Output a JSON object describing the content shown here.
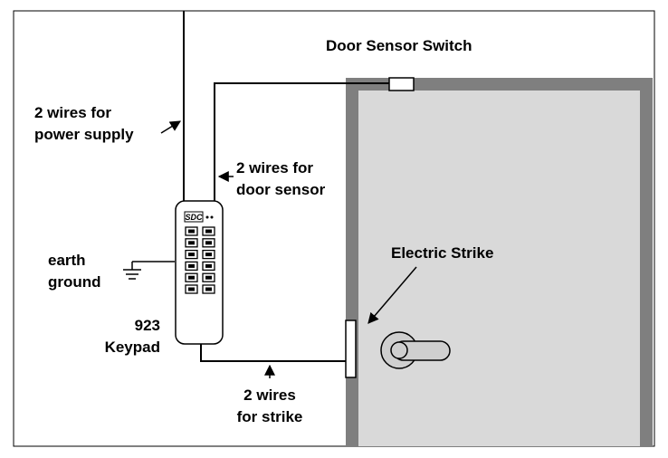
{
  "labels": {
    "door_sensor_switch": "Door Sensor Switch",
    "power_line1": "2 wires for",
    "power_line2": "power supply",
    "sensor_line1": "2 wires for",
    "sensor_line2": "door sensor",
    "earth_line1": "earth",
    "earth_line2": "ground",
    "keypad_line1": "923",
    "keypad_line2": "Keypad",
    "electric_strike": "Electric Strike",
    "strike_line1": "2 wires",
    "strike_line2": "for strike",
    "keypad_logo": "SDC"
  },
  "colors": {
    "door_frame": "#7f7f7f",
    "door_panel": "#d9d9d9",
    "line": "#000000",
    "background": "#ffffff"
  },
  "keypad": {
    "key_rows": 6,
    "key_columns": 2
  }
}
